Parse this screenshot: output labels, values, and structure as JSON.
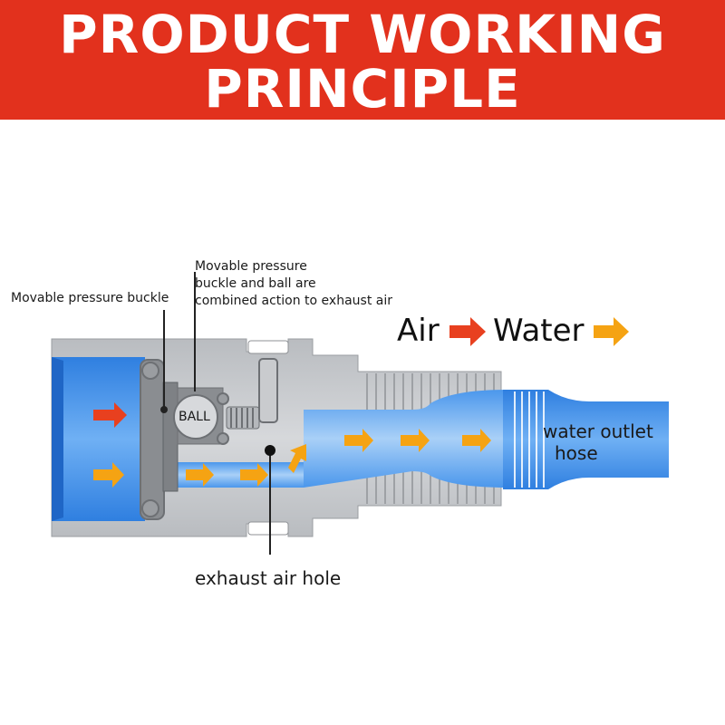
{
  "banner": {
    "line1": "PRODUCT WORKING",
    "line2": "PRINCIPLE",
    "color": "#e2311d"
  },
  "legend": {
    "air_label": "Air",
    "water_label": "Water",
    "air_color": "#e8401f",
    "water_color": "#f5a313"
  },
  "callouts": {
    "pressure_buckle": "Movable pressure buckle",
    "combined_action": [
      "Movable pressure",
      "buckle and ball are",
      "combined action to exhaust air"
    ],
    "ball": "BALL",
    "exhaust_hole": "exhaust air hole",
    "outlet_hose": [
      "water outlet",
      "hose"
    ]
  },
  "colors": {
    "body_gray": "#c7c9cc",
    "body_dark": "#a9acb0",
    "water_blue": "#3f8ee8",
    "water_light": "#9cc7f5"
  }
}
